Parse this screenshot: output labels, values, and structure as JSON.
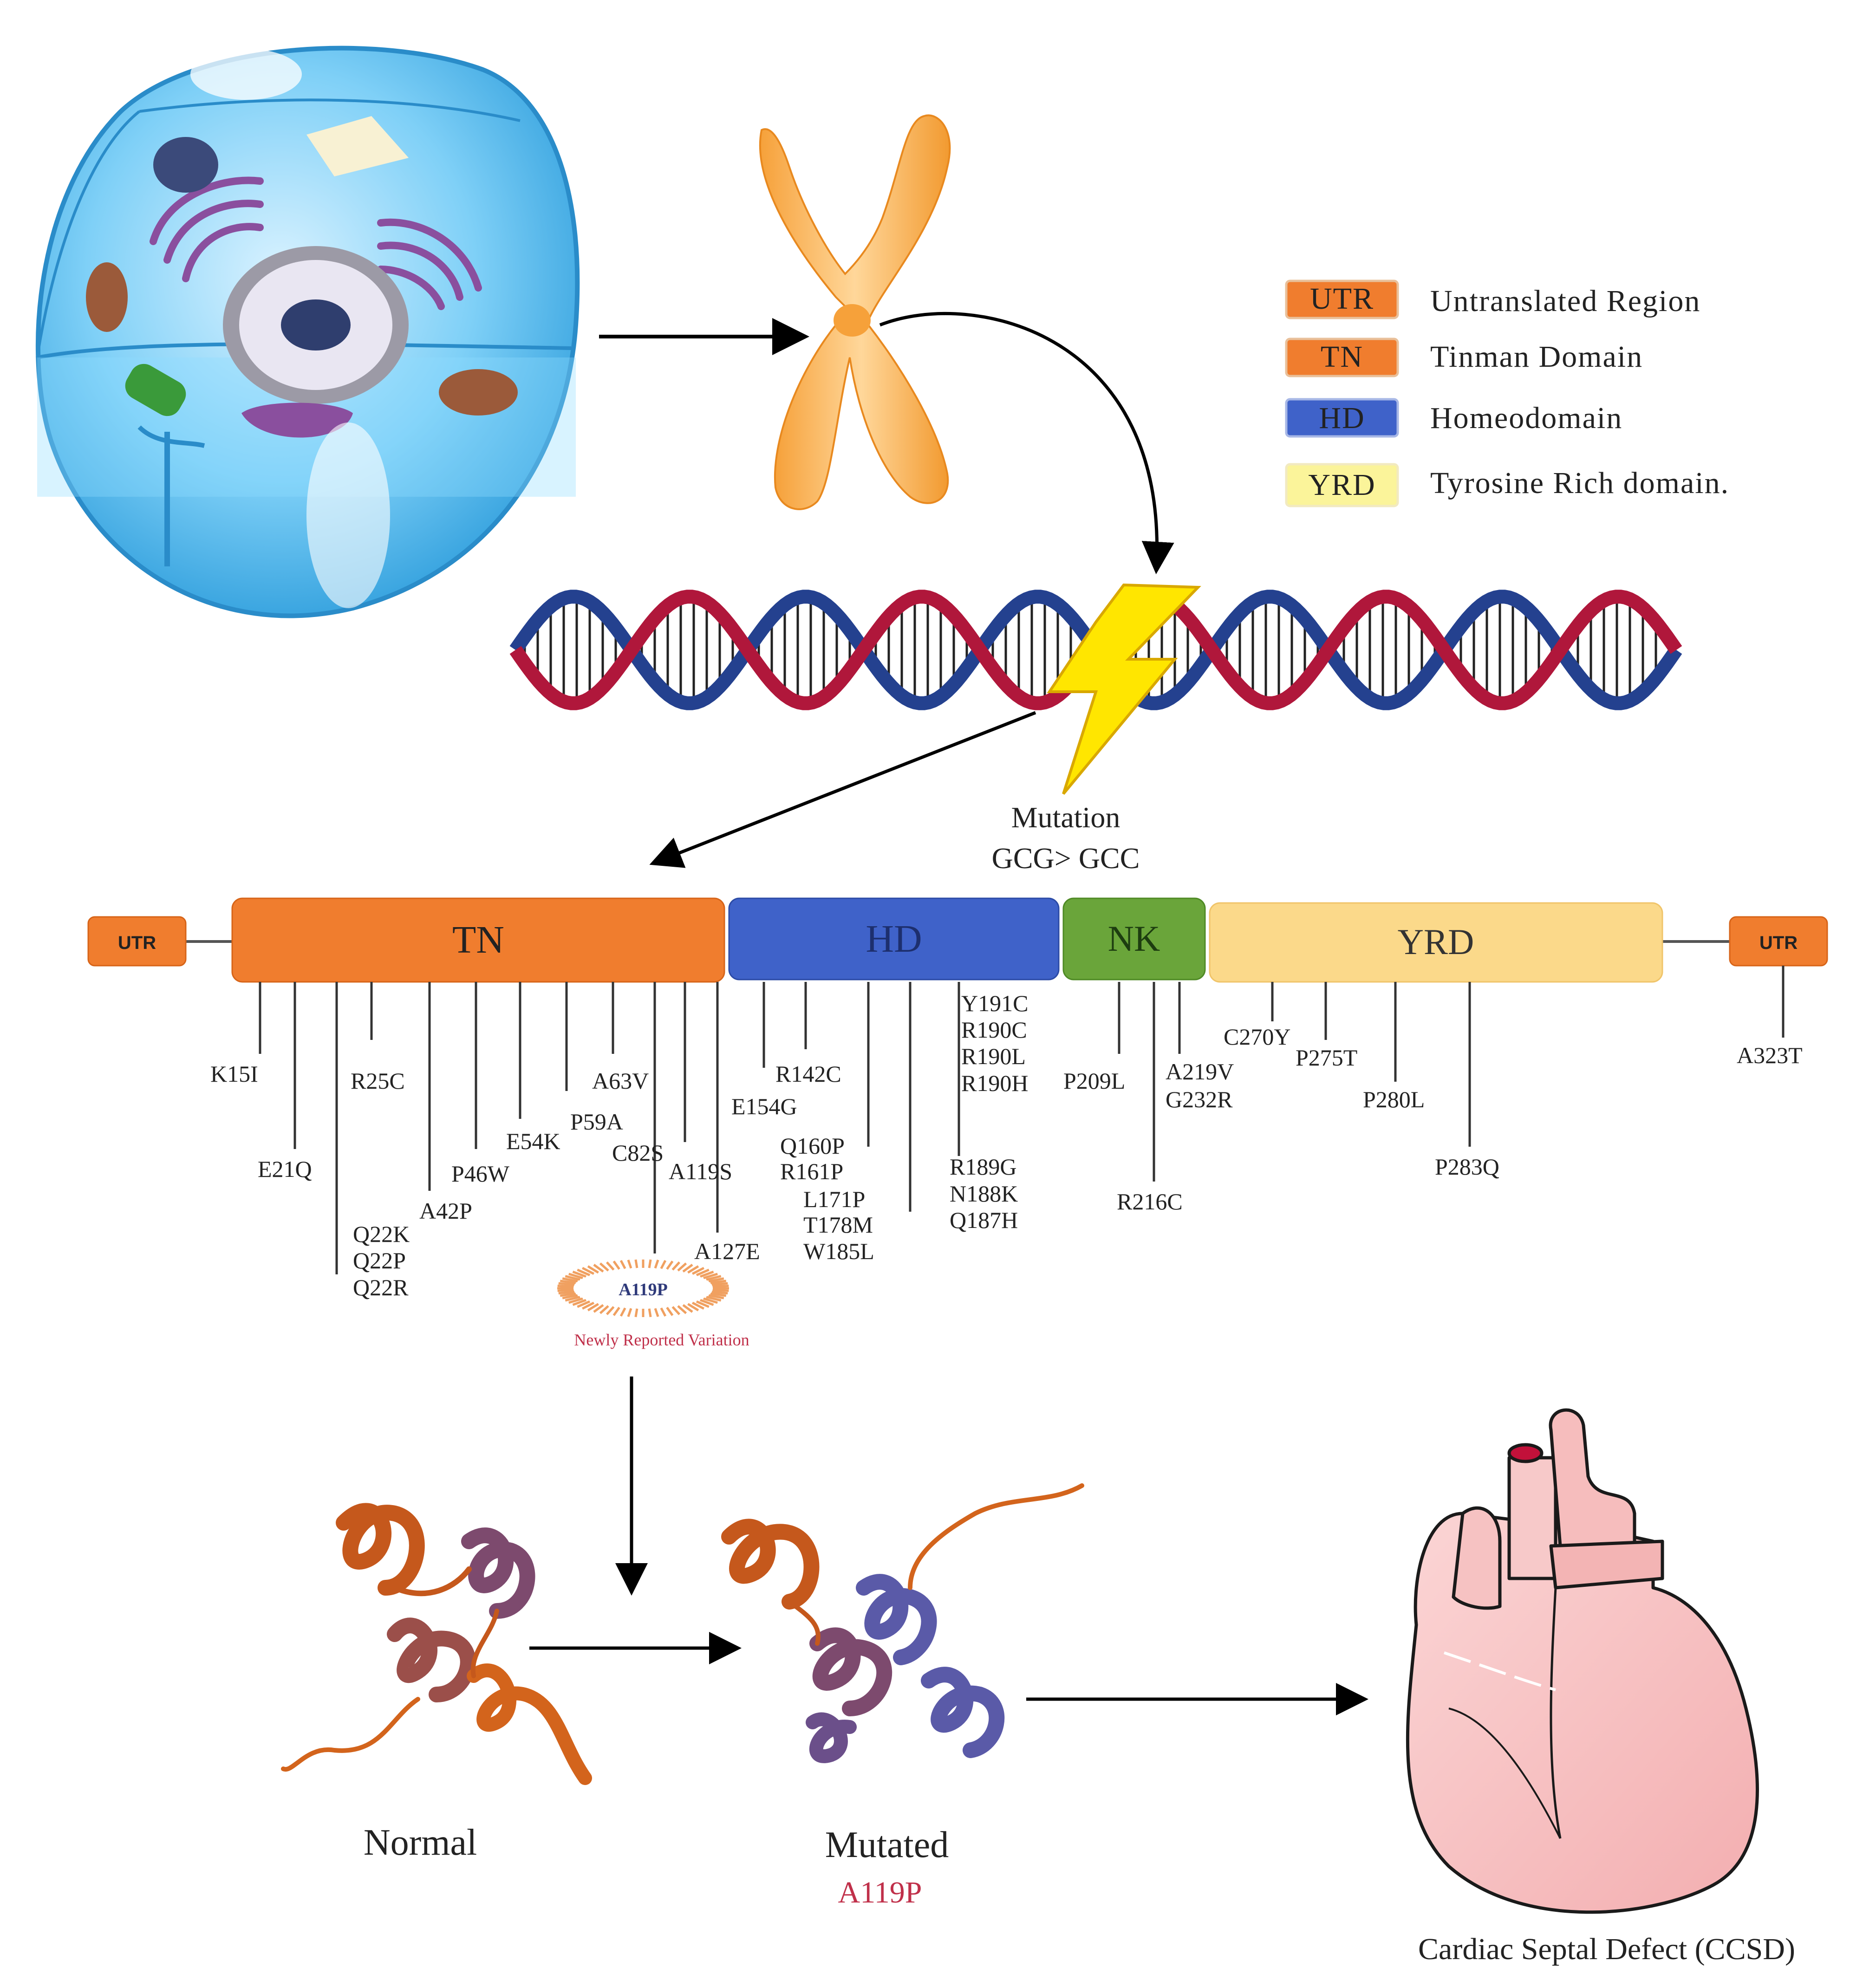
{
  "legend": [
    {
      "key": "UTR",
      "label": "Untranslated Region",
      "color": "#f07d2e"
    },
    {
      "key": "TN",
      "label": "Tinman Domain",
      "color": "#f07d2e"
    },
    {
      "key": "HD",
      "label": "Homeodomain",
      "color": "#3f62c9"
    },
    {
      "key": "YRD",
      "label": "Tyrosine Rich domain.",
      "color": "#fbf49a"
    }
  ],
  "mutation": {
    "title": "Mutation",
    "change": "GCG> GCC"
  },
  "domains": {
    "utr_left": "UTR",
    "tn": "TN",
    "hd": "HD",
    "nk": "NK",
    "yrd": "YRD",
    "utr_right": "UTR"
  },
  "mutations": {
    "K15I": "K15I",
    "E21Q": "E21Q",
    "Q22K": "Q22K",
    "Q22P": "Q22P",
    "Q22R": "Q22R",
    "R25C": "R25C",
    "A42P": "A42P",
    "P46W": "P46W",
    "E54K": "E54K",
    "P59A": "P59A",
    "A63V": "A63V",
    "C82S": "C82S",
    "A119S": "A119S",
    "A127E": "A127E",
    "E154G": "E154G",
    "R142C": "R142C",
    "Q160P": "Q160P",
    "R161P": "R161P",
    "L171P": "L171P",
    "T178M": "T178M",
    "W185L": "W185L",
    "Y191C": "Y191C",
    "R190C": "R190C",
    "R190L": "R190L",
    "R190H": "R190H",
    "R189G": "R189G",
    "N188K": "N188K",
    "Q187H": "Q187H",
    "P209L": "P209L",
    "R216C": "R216C",
    "A219V": "A219V",
    "G232R": "G232R",
    "C270Y": "C270Y",
    "P275T": "P275T",
    "P280L": "P280L",
    "P283Q": "P283Q",
    "A323T": "A323T"
  },
  "new_variant": {
    "code": "A119P",
    "caption": "Newly Reported Variation"
  },
  "bottom": {
    "normal": "Normal",
    "mutated": "Mutated",
    "mutated_code": "A119P",
    "outcome": "Cardiac Septal Defect (CCSD)"
  },
  "colors": {
    "orange": "#f07d2e",
    "blue": "#3f62c9",
    "green": "#6aa53a",
    "yellow_domain": "#fbd98a",
    "red_text": "#c0304a",
    "dna_red": "#b0173b",
    "dna_blue": "#24418f"
  }
}
